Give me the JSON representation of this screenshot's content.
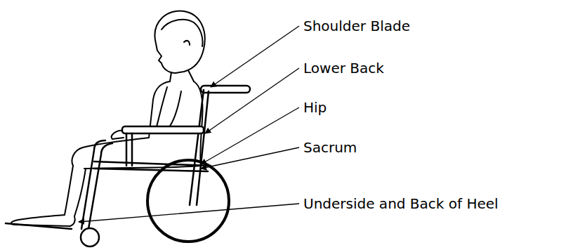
{
  "diagram": {
    "labels": [
      "Shoulder Blade",
      "Lower Back",
      "Hip",
      "Sacrum",
      "Underside and Back of Heel"
    ]
  }
}
